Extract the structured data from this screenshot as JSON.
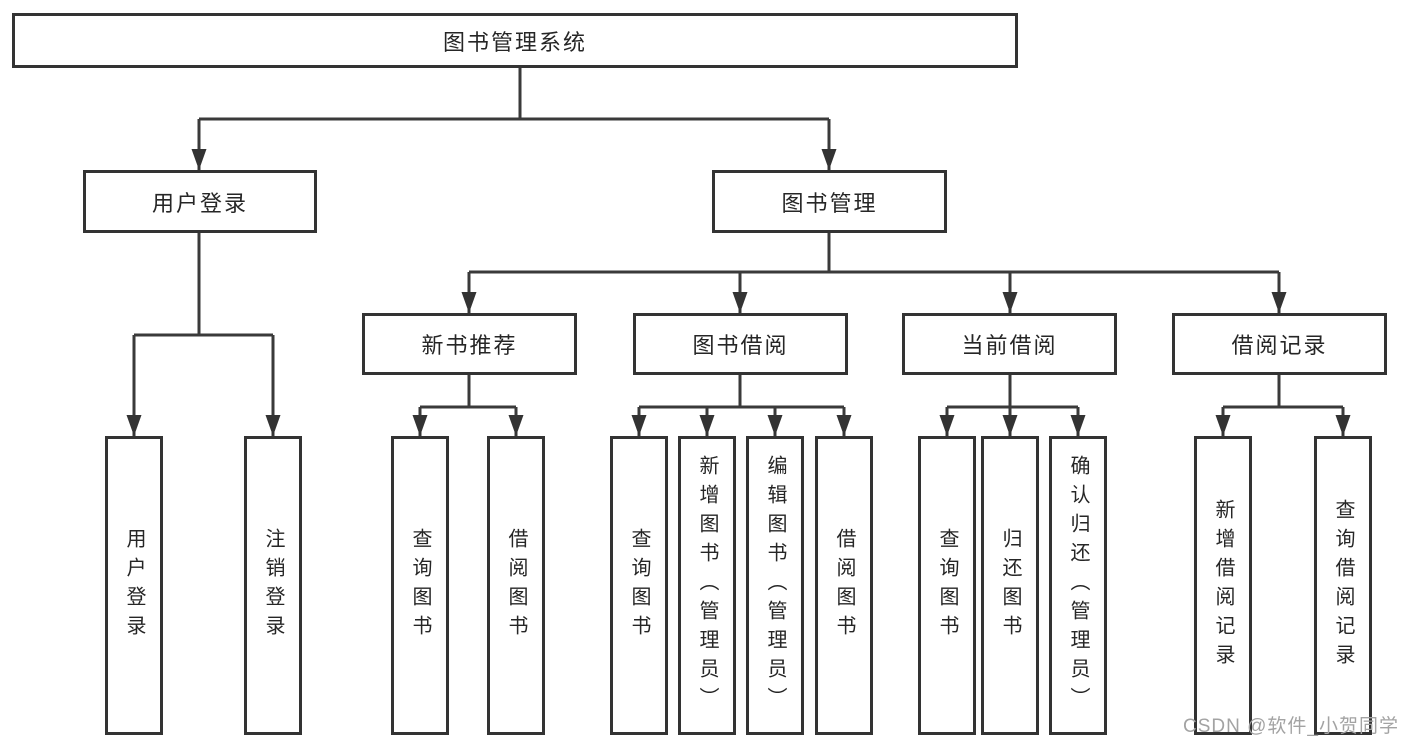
{
  "hierarchy": {
    "label": "图书管理系统",
    "children": [
      {
        "label": "用户登录",
        "children": [
          {
            "label": "用户登录"
          },
          {
            "label": "注销登录"
          }
        ]
      },
      {
        "label": "图书管理",
        "children": [
          {
            "label": "新书推荐",
            "children": [
              {
                "label": "查询图书"
              },
              {
                "label": "借阅图书"
              }
            ]
          },
          {
            "label": "图书借阅",
            "children": [
              {
                "label": "查询图书"
              },
              {
                "label": "新增图书（管理员）"
              },
              {
                "label": "编辑图书（管理员）"
              },
              {
                "label": "借阅图书"
              }
            ]
          },
          {
            "label": "当前借阅",
            "children": [
              {
                "label": "查询图书"
              },
              {
                "label": "归还图书"
              },
              {
                "label": "确认归还（管理员）"
              }
            ]
          },
          {
            "label": "借阅记录",
            "children": [
              {
                "label": "新增借阅记录"
              },
              {
                "label": "查询借阅记录"
              }
            ]
          }
        ]
      }
    ]
  },
  "watermark": {
    "text": "CSDN @软件_小贺同学"
  },
  "colors": {
    "line": "#3a3a3a",
    "box_border": "#333333",
    "text": "#262626",
    "watermark": "#a3a3a3",
    "background": "#ffffff"
  }
}
